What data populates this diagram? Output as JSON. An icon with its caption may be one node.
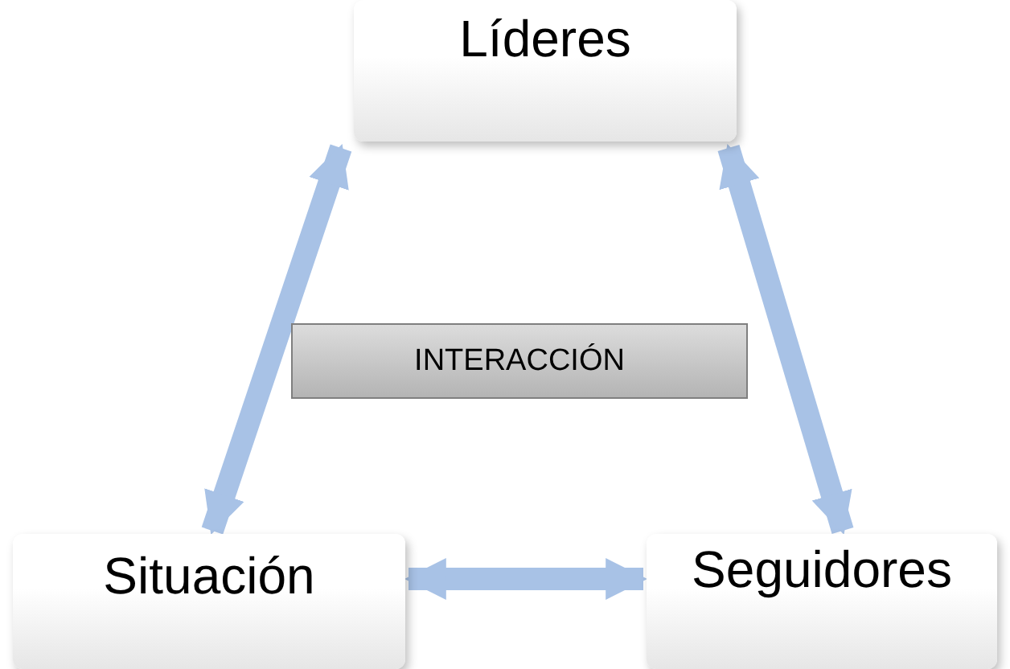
{
  "diagram": {
    "nodes": [
      {
        "text": [
          "Líderes"
        ]
      },
      {
        "text": [
          "INTERACCIÓN"
        ]
      },
      {
        "text": [
          "Situación"
        ]
      },
      {
        "text": [
          "Seguidores"
        ]
      }
    ],
    "edges": [
      {
        "from": 0,
        "to": 2,
        "arrow": "both"
      },
      {
        "from": 0,
        "to": 3,
        "arrow": "both"
      },
      {
        "from": 2,
        "to": 3,
        "arrow": "both"
      }
    ]
  }
}
